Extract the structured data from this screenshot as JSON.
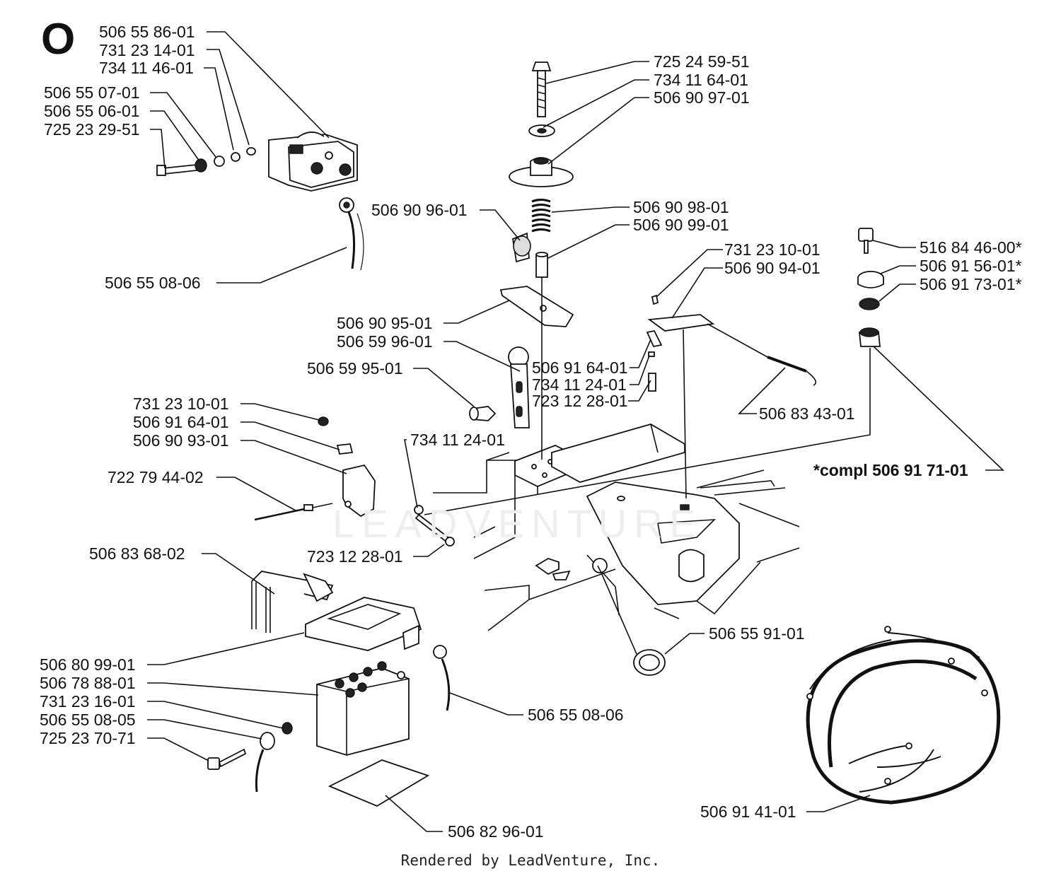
{
  "section_letter": "O",
  "watermark": "LEADVENTURE",
  "credit": "Rendered by LeadVenture, Inc.",
  "part_labels": [
    "506 55 86-01",
    "731 23 14-01",
    "734 11 46-01",
    "506 55 07-01",
    "506 55 06-01",
    "725 23 29-51",
    "506 55 08-06",
    "725 24 59-51",
    "734 11 64-01",
    "506 90 97-01",
    "506 90 96-01",
    "506 90 98-01",
    "506 90 99-01",
    "731 23 10-01",
    "506 90 94-01",
    "516 84 46-00*",
    "506 91 56-01*",
    "506 91 73-01*",
    "506 90 95-01",
    "506 59 96-01",
    "506 59 95-01",
    "506 91 64-01",
    "734 11 24-01",
    "723 12 28-01",
    "506 83 43-01",
    "731 23 10-01",
    "506 91 64-01",
    "506 90 93-01",
    "734 11 24-01",
    "722 79 44-02",
    "*compl 506 91 71-01",
    "723 12 28-01",
    "506 83 68-02",
    "506 55 91-01",
    "506 80 99-01",
    "506 78 88-01",
    "731 23 16-01",
    "506 55 08-05",
    "725 23 70-71",
    "506 55 08-06",
    "506 82 96-01",
    "506 91 41-01"
  ]
}
